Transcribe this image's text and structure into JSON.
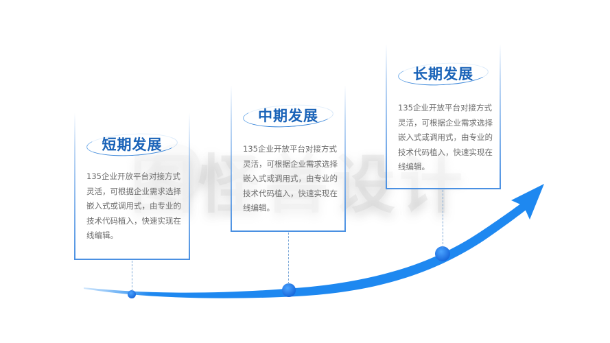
{
  "watermark": {
    "text": "图怪兽设计"
  },
  "colors": {
    "accent": "#1e88f0",
    "title": "#1a63b8",
    "border": "#4a90e2",
    "body_text": "#6c6c6c"
  },
  "stages": [
    {
      "title": "短期发展",
      "body": "135企业开放平台对接方式灵活，可根据企业需求选择嵌入式或调用式，由专业的技术代码植入，快速实现在线编辑。"
    },
    {
      "title": "中期发展",
      "body": "135企业开放平台对接方式灵活，可根据企业需求选择嵌入式或调用式，由专业的技术代码植入，快速实现在线编辑。"
    },
    {
      "title": "长期发展",
      "body": "135企业开放平台对接方式灵活，可根据企业需求选择嵌入式或调用式，由专业的技术代码植入，快速实现在线编辑。"
    }
  ]
}
